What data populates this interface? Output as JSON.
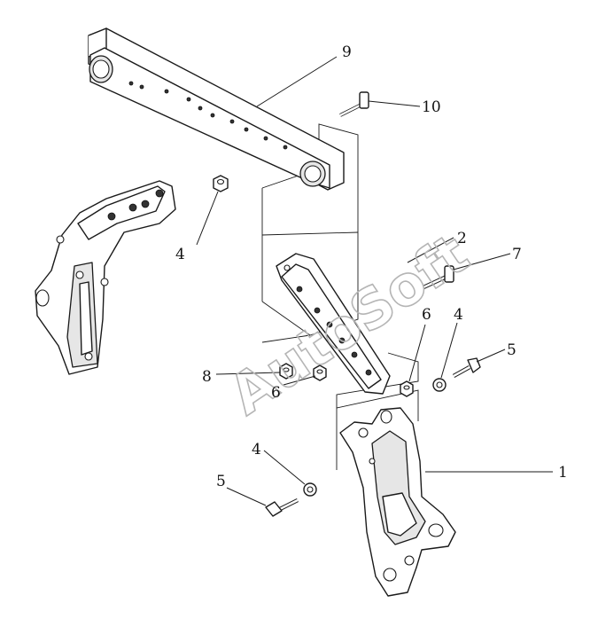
{
  "watermark": "AutoSoft",
  "callouts": [
    {
      "id": "c9",
      "label": "9"
    },
    {
      "id": "c10",
      "label": "10"
    },
    {
      "id": "c4a",
      "label": "4"
    },
    {
      "id": "c2",
      "label": "2"
    },
    {
      "id": "c7",
      "label": "7"
    },
    {
      "id": "c6a",
      "label": "6"
    },
    {
      "id": "c4b",
      "label": "4"
    },
    {
      "id": "c5a",
      "label": "5"
    },
    {
      "id": "c8",
      "label": "8"
    },
    {
      "id": "c6b",
      "label": "6"
    },
    {
      "id": "c1",
      "label": "1"
    },
    {
      "id": "c4c",
      "label": "4"
    },
    {
      "id": "c5b",
      "label": "5"
    }
  ]
}
